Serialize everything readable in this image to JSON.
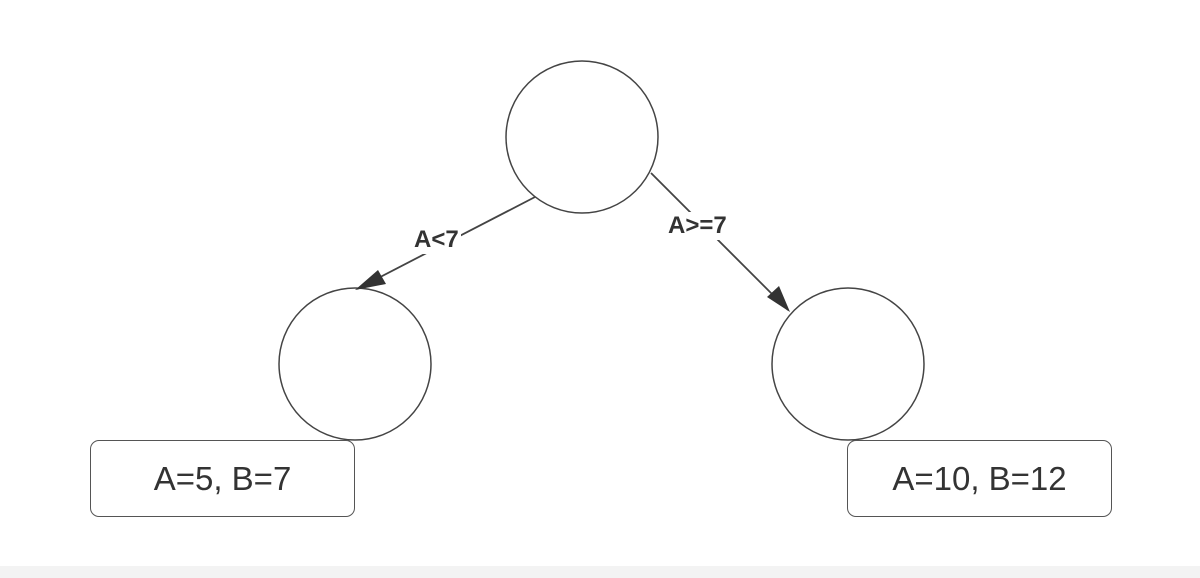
{
  "edges": [
    {
      "label": "A<7"
    },
    {
      "label": "A>=7"
    }
  ],
  "leaves": [
    {
      "label": "A=5, B=7"
    },
    {
      "label": "A=10, B=12"
    }
  ],
  "colors": {
    "stroke": "#444444",
    "text": "#333333",
    "background": "#ffffff"
  }
}
